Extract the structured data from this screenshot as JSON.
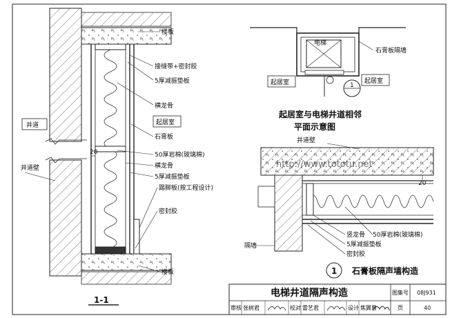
{
  "labels": {
    "floor_slab_top": "楼板",
    "joint_tape": "接缝带+密封胶",
    "damping_pad_top": "5厚减振垫板",
    "cross_keel_top": "横龙骨",
    "living_room_left": "起居室",
    "shaft": "井道",
    "gypsum_board": "石膏板",
    "rock_wool": "50厚岩棉(玻璃棉)",
    "cross_keel_mid": "横龙骨",
    "damping_pad_mid": "5厚减振垫板",
    "skirting": "踢脚板(按工程设计)",
    "sealant_left": "密封胶",
    "shaft_wall_left": "井道壁",
    "dim_20_left": "20",
    "floor_slab_bottom": "楼板",
    "section_mark": "1-1",
    "elevator": "电梯",
    "partition_label": "石膏板隔墙",
    "living_room_a": "起居室",
    "living_room_b": "起居室",
    "callout_num": "1",
    "plan_title_line1": "起居室与电梯井道相邻",
    "plan_title_line2": "平面示意图",
    "shaft_wall_right": "井道壁",
    "dim_20_right": "20",
    "vert_keel": "竖龙骨",
    "rock_wool_right": "50厚岩棉(玻璃棉)",
    "damping_pad_right": "5厚减振垫板",
    "sealant_right": "密封胶",
    "partition_wall": "隔墙",
    "detail_num": "1",
    "detail_title": "石膏板隔声墙构造",
    "watermark": "http://www.tototu.net"
  },
  "title_block": {
    "main_title": "电梯井道隔声构造",
    "atlas_label": "图集号",
    "atlas_no": "08J931",
    "review_label": "审核",
    "reviewer": "张树君",
    "check_label": "校对",
    "checker": "雷艺君",
    "design_label": "设计",
    "designer": "焦翼曾",
    "page_label": "页",
    "page_no": "40"
  }
}
